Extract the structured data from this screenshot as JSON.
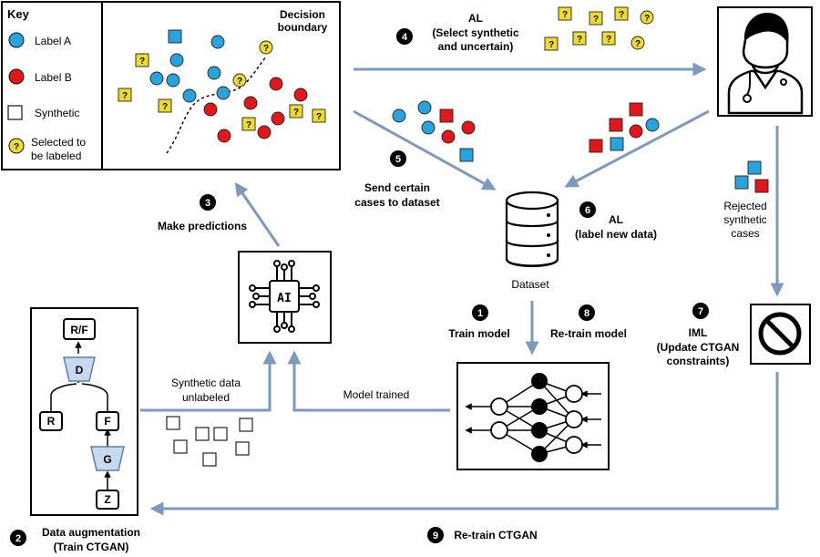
{
  "key": {
    "title": "Key",
    "label_a": "Label A",
    "label_b": "Label B",
    "synthetic": "Synthetic",
    "selected_line1": "Selected to",
    "selected_line2": "be labeled",
    "question_mark": "?"
  },
  "scatter": {
    "boundary_line1": "Decision",
    "boundary_line2": "boundary"
  },
  "steps": {
    "s1": {
      "num": "1",
      "label": "Train model"
    },
    "s2": {
      "num": "2",
      "line1": "Data augmentation",
      "line2": "(Train CTGAN)"
    },
    "s3": {
      "num": "3",
      "label": "Make predictions"
    },
    "s4": {
      "num": "4",
      "line1": "AL",
      "line2": "(Select synthetic",
      "line3": "and uncertain)"
    },
    "s5": {
      "num": "5",
      "line1": "Send certain",
      "line2": "cases to dataset"
    },
    "s6": {
      "num": "6",
      "line1": "AL",
      "line2": "(label new data)"
    },
    "s7": {
      "num": "7",
      "line1": "IML",
      "line2": "(Update CTGAN",
      "line3": "constraints)"
    },
    "s8": {
      "num": "8",
      "label": "Re-train model"
    },
    "s9": {
      "num": "9",
      "label": "Re-train CTGAN"
    }
  },
  "labels": {
    "dataset": "Dataset",
    "rejected_line1": "Rejected",
    "rejected_line2": "synthetic",
    "rejected_line3": "cases",
    "synthetic_line1": "Synthetic data",
    "synthetic_line2": "unlabeled",
    "model_trained": "Model trained",
    "ai_chip": "AI"
  },
  "gan": {
    "rf": "R/F",
    "d": "D",
    "r": "R",
    "f": "F",
    "g": "G",
    "z": "Z"
  },
  "colors": {
    "label_a": "#29a3dd",
    "label_b": "#e3161b",
    "selected": "#efdb2b",
    "arrow": "#7c99be",
    "gan_shape": "#c7d8ef"
  }
}
